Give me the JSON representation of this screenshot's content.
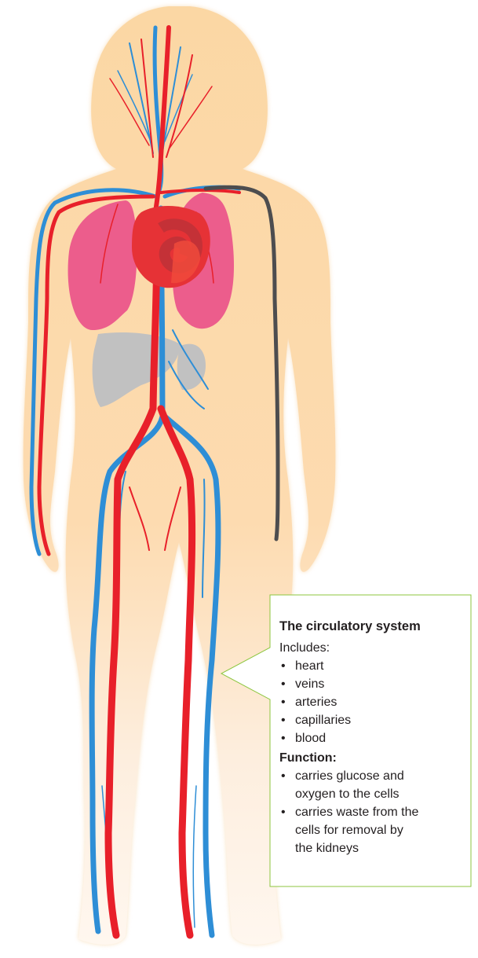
{
  "callout": {
    "title": "The circulatory system",
    "includes_label": "Includes:",
    "includes": [
      "heart",
      "veins",
      "arteries",
      "capillaries",
      "blood"
    ],
    "function_label": "Function:",
    "functions": [
      [
        "carries glucose and",
        "oxygen to the cells"
      ],
      [
        "carries waste from the",
        "cells for removal by",
        "the kidneys"
      ]
    ]
  },
  "colors": {
    "skin": "#fbd9a8",
    "skin_light": "#fef3e6",
    "artery": "#e8202a",
    "vein": "#2e8ed6",
    "lung": "#ec5c8c",
    "liver": "#bdbdbd",
    "heart": "#e63236",
    "tube": "#4d4d4f",
    "callout_border": "#8cc63f"
  }
}
